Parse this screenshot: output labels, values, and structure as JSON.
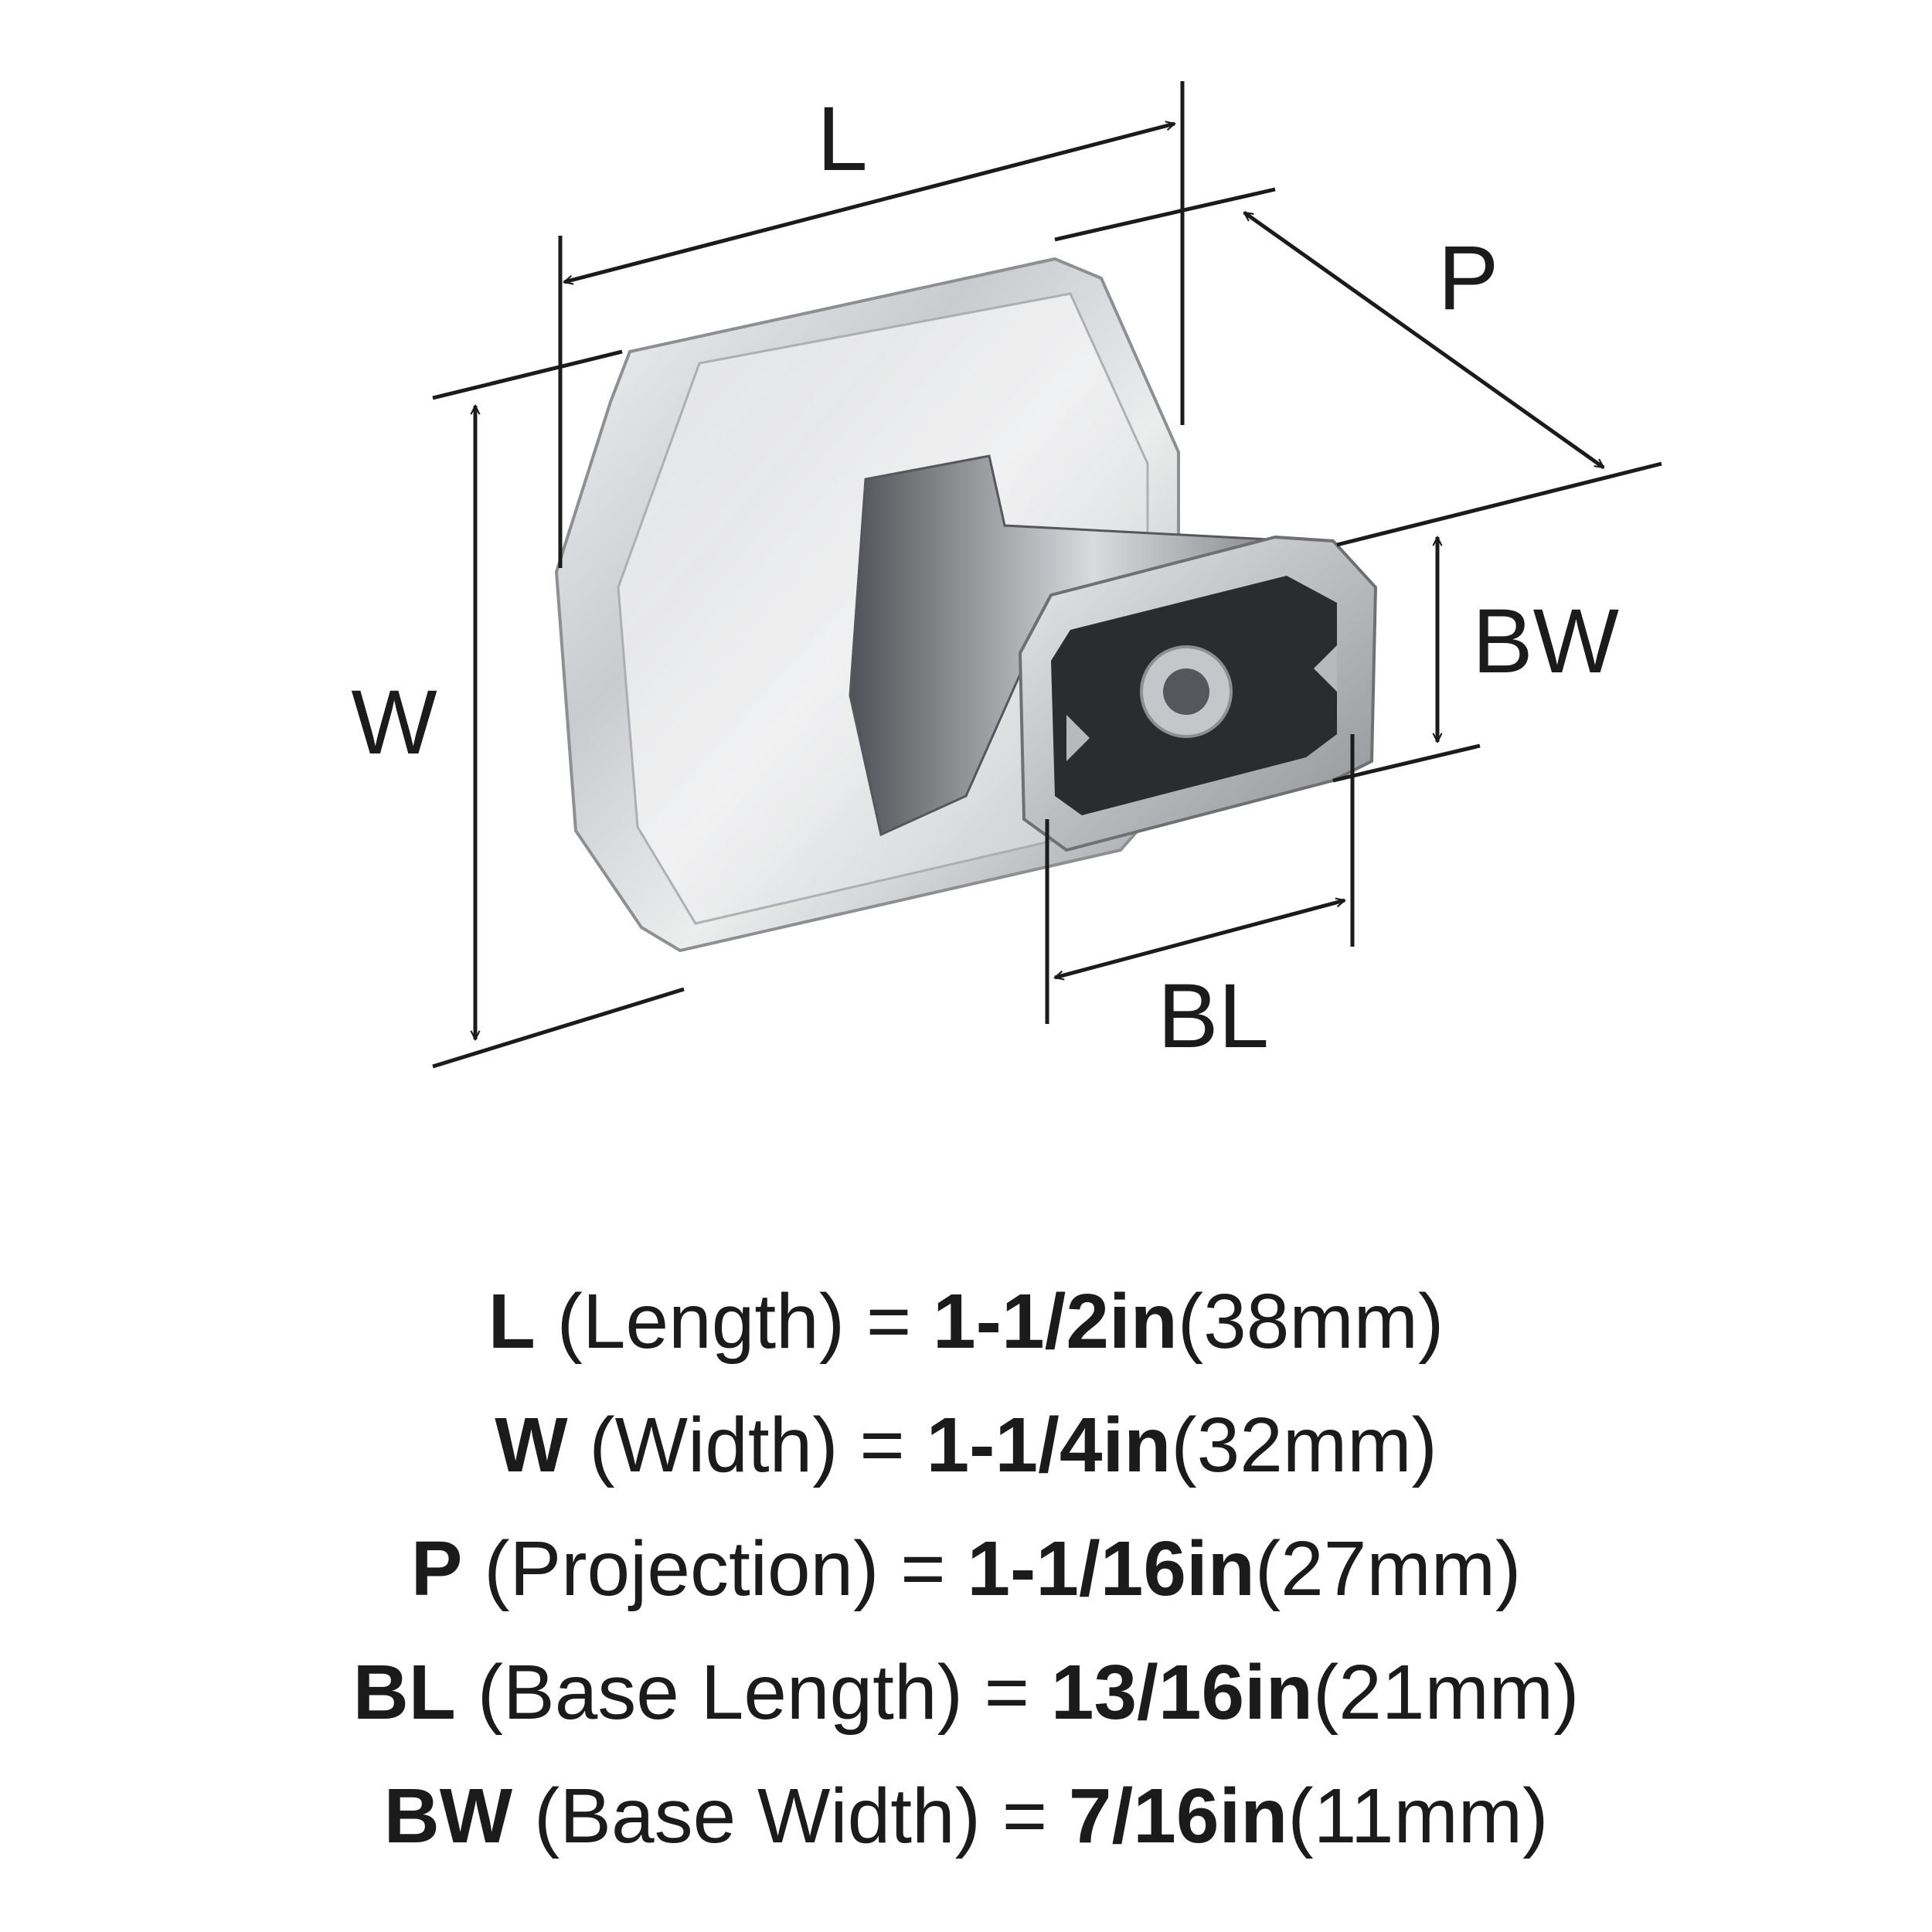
{
  "labels": {
    "L": "L",
    "W": "W",
    "P": "P",
    "BW": "BW",
    "BL": "BL"
  },
  "specs": [
    {
      "symbol": "L",
      "description": " (Length) = ",
      "imperial": "1-1/2in",
      "metric": "(38mm)"
    },
    {
      "symbol": "W",
      "description": " (Width) = ",
      "imperial": "1-1/4in",
      "metric": "(32mm)"
    },
    {
      "symbol": "P",
      "description": " (Projection) = ",
      "imperial": "1-1/16in",
      "metric": "(27mm)"
    },
    {
      "symbol": "BL",
      "description": " (Base Length) = ",
      "imperial": "13/16in",
      "metric": "(21mm)"
    },
    {
      "symbol": "BW",
      "description": " (Base Width) = ",
      "imperial": "7/16in",
      "metric": "(11mm)"
    }
  ],
  "colors": {
    "line": "#1b1b1b",
    "chrome_light": "#e6e7e9",
    "chrome_mid": "#b7b9bd",
    "chrome_dark": "#55575c",
    "cavity": "#2b2c30"
  }
}
